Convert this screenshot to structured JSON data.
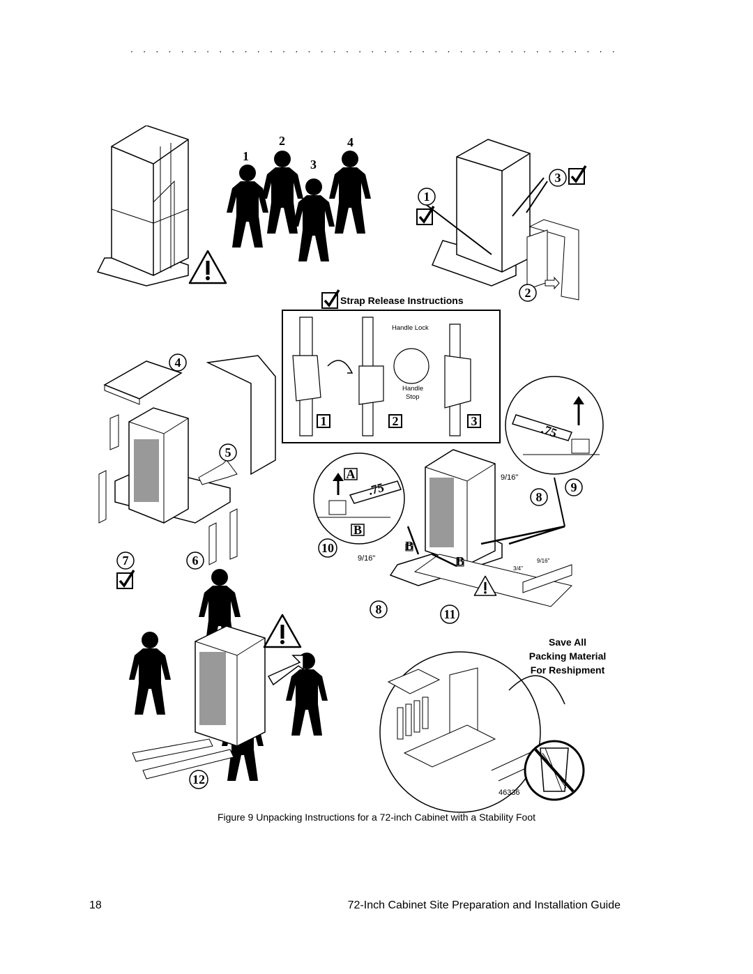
{
  "header": {
    "dot_leader": ". . . . . . . . . . . . . . . . . . . . . . . . . . . . . . . . . . . . . . . . . . . . . . . . . . . . . . . . . . . . . . . . . . . . . . . . . . . ."
  },
  "figure": {
    "people_numbers": [
      "1",
      "2",
      "3",
      "4"
    ],
    "strap_release_title": "Strap Release Instructions",
    "handle_lock_label": "Handle Lock",
    "handle_stop_label": "Handle\nStop",
    "strap_steps": [
      "1",
      "2",
      "3"
    ],
    "step_labels": {
      "s1": "1",
      "s2": "2",
      "s3": "3",
      "s4": "4",
      "s5": "5",
      "s6": "6",
      "s7": "7",
      "s8a": "8",
      "s8b": "8",
      "s9": "9",
      "s10": "10",
      "s11": "11",
      "s12": "12"
    },
    "letters": {
      "a": "A",
      "b": "B",
      "b_small1": "B",
      "b_small2": "B"
    },
    "wrench_size_large": ".75",
    "wrench_size_small": ".75",
    "socket_9_16_a": "9/16\"",
    "socket_9_16_b": "9/16\"",
    "socket_9_16_c": "9/16\"",
    "socket_3_4": "3/4\"",
    "save_all": [
      "Save All",
      "Packing Material",
      "For  Reshipment"
    ],
    "figure_id": "46336",
    "icons": [
      "warning-triangle-icon",
      "checkbox-check-icon",
      "no-trash-icon",
      "person-icon"
    ]
  },
  "caption": "Figure 9  Unpacking Instructions for a 72-inch Cabinet with a Stability Foot",
  "footer": {
    "page_number": "18",
    "title": "72-Inch Cabinet Site Preparation and Installation Guide"
  }
}
